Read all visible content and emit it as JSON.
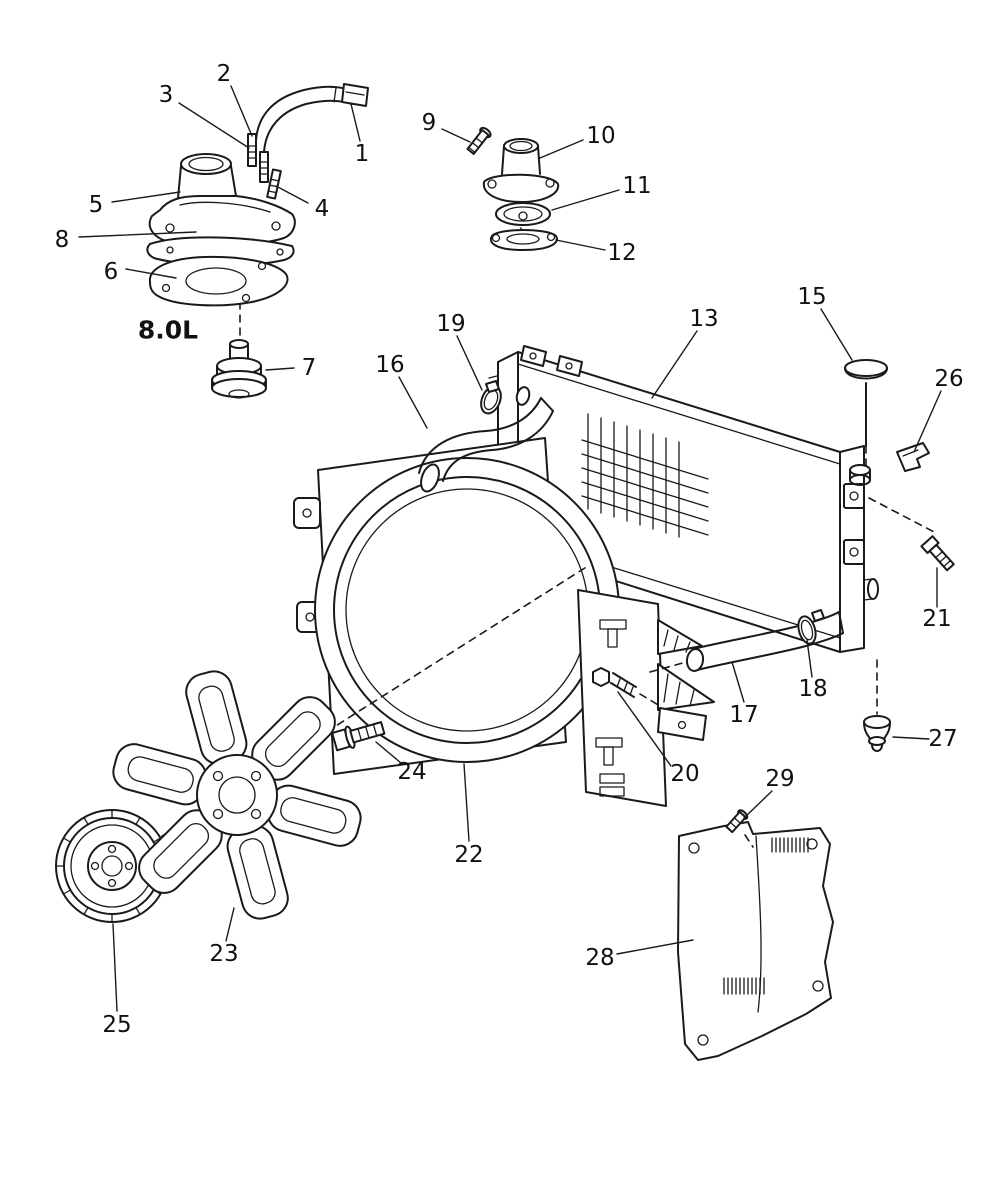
{
  "engine_label": "8.0L",
  "colors": {
    "line": "#1a1a1a",
    "background": "#ffffff"
  },
  "callouts": [
    {
      "label": "1"
    },
    {
      "label": "2"
    },
    {
      "label": "3"
    },
    {
      "label": "4"
    },
    {
      "label": "5"
    },
    {
      "label": "6"
    },
    {
      "label": "7"
    },
    {
      "label": "8"
    },
    {
      "label": "9"
    },
    {
      "label": "10"
    },
    {
      "label": "11"
    },
    {
      "label": "12"
    },
    {
      "label": "13"
    },
    {
      "label": "15"
    },
    {
      "label": "16"
    },
    {
      "label": "17"
    },
    {
      "label": "18"
    },
    {
      "label": "19"
    },
    {
      "label": "20"
    },
    {
      "label": "21"
    },
    {
      "label": "22"
    },
    {
      "label": "23"
    },
    {
      "label": "24"
    },
    {
      "label": "25"
    },
    {
      "label": "26"
    },
    {
      "label": "27"
    },
    {
      "label": "28"
    },
    {
      "label": "29"
    }
  ]
}
